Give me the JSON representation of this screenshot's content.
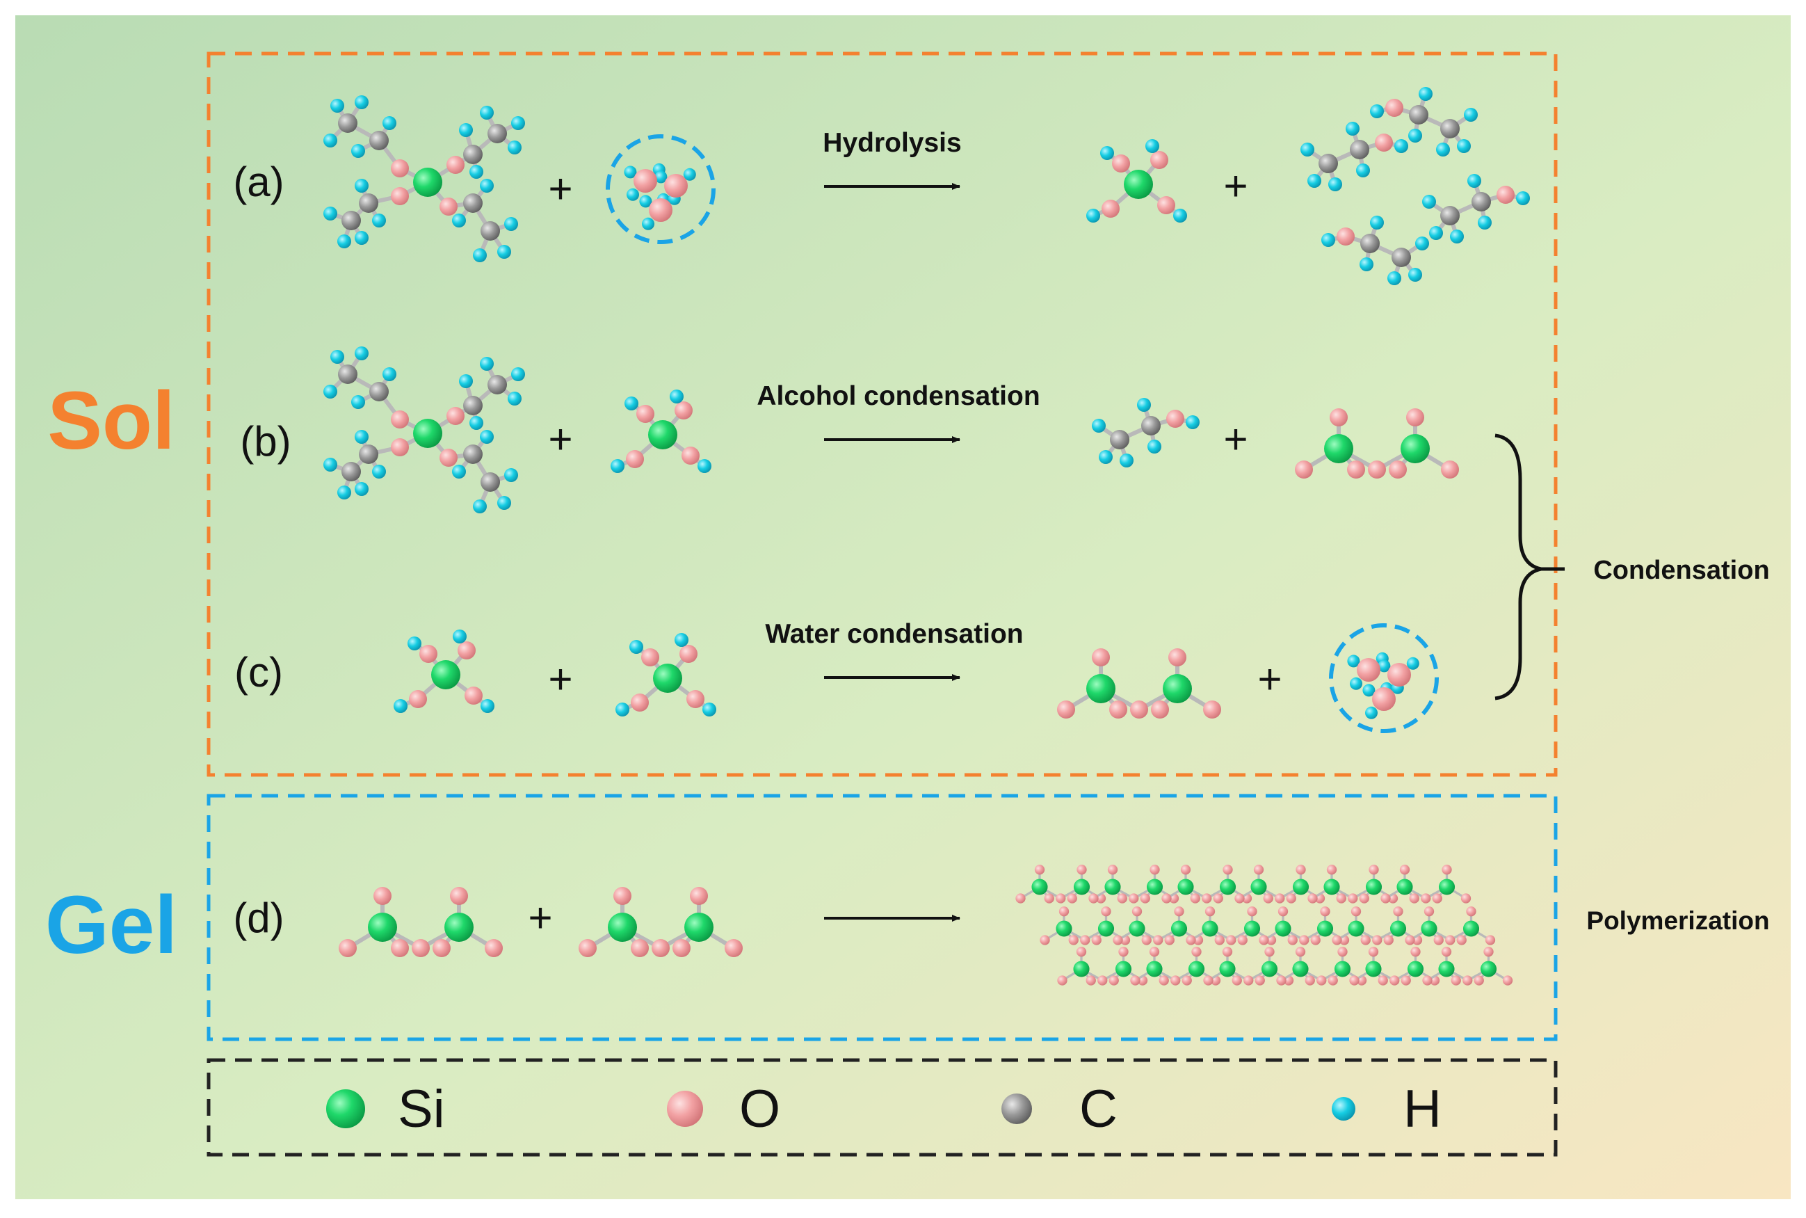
{
  "panels": {
    "sol": {
      "label": "Sol",
      "color": "#f4812f"
    },
    "gel": {
      "label": "Gel",
      "color": "#1aa4e6"
    }
  },
  "rows": [
    {
      "tag": "(a)",
      "reaction": "Hydrolysis"
    },
    {
      "tag": "(b)",
      "reaction": "Alcohol condensation"
    },
    {
      "tag": "(c)",
      "reaction": "Water condensation"
    },
    {
      "tag": "(d)",
      "reaction": ""
    }
  ],
  "plus": "+",
  "side_labels": {
    "condensation": "Condensation",
    "polymerization": "Polymerization"
  },
  "legend": [
    {
      "symbol": "Si",
      "color": "#1fd86a"
    },
    {
      "symbol": "O",
      "color": "#f2a1a3"
    },
    {
      "symbol": "C",
      "color": "#9a9a9a"
    },
    {
      "symbol": "H",
      "color": "#16cde3"
    }
  ],
  "colors": {
    "sol_border": "#f4812f",
    "gel_border": "#1aa4e6",
    "legend_border": "#222222",
    "si": "#1fd86a",
    "o": "#f2a1a3",
    "c": "#9a9a9a",
    "h": "#16cde3",
    "bond": "#b9b9b9"
  }
}
